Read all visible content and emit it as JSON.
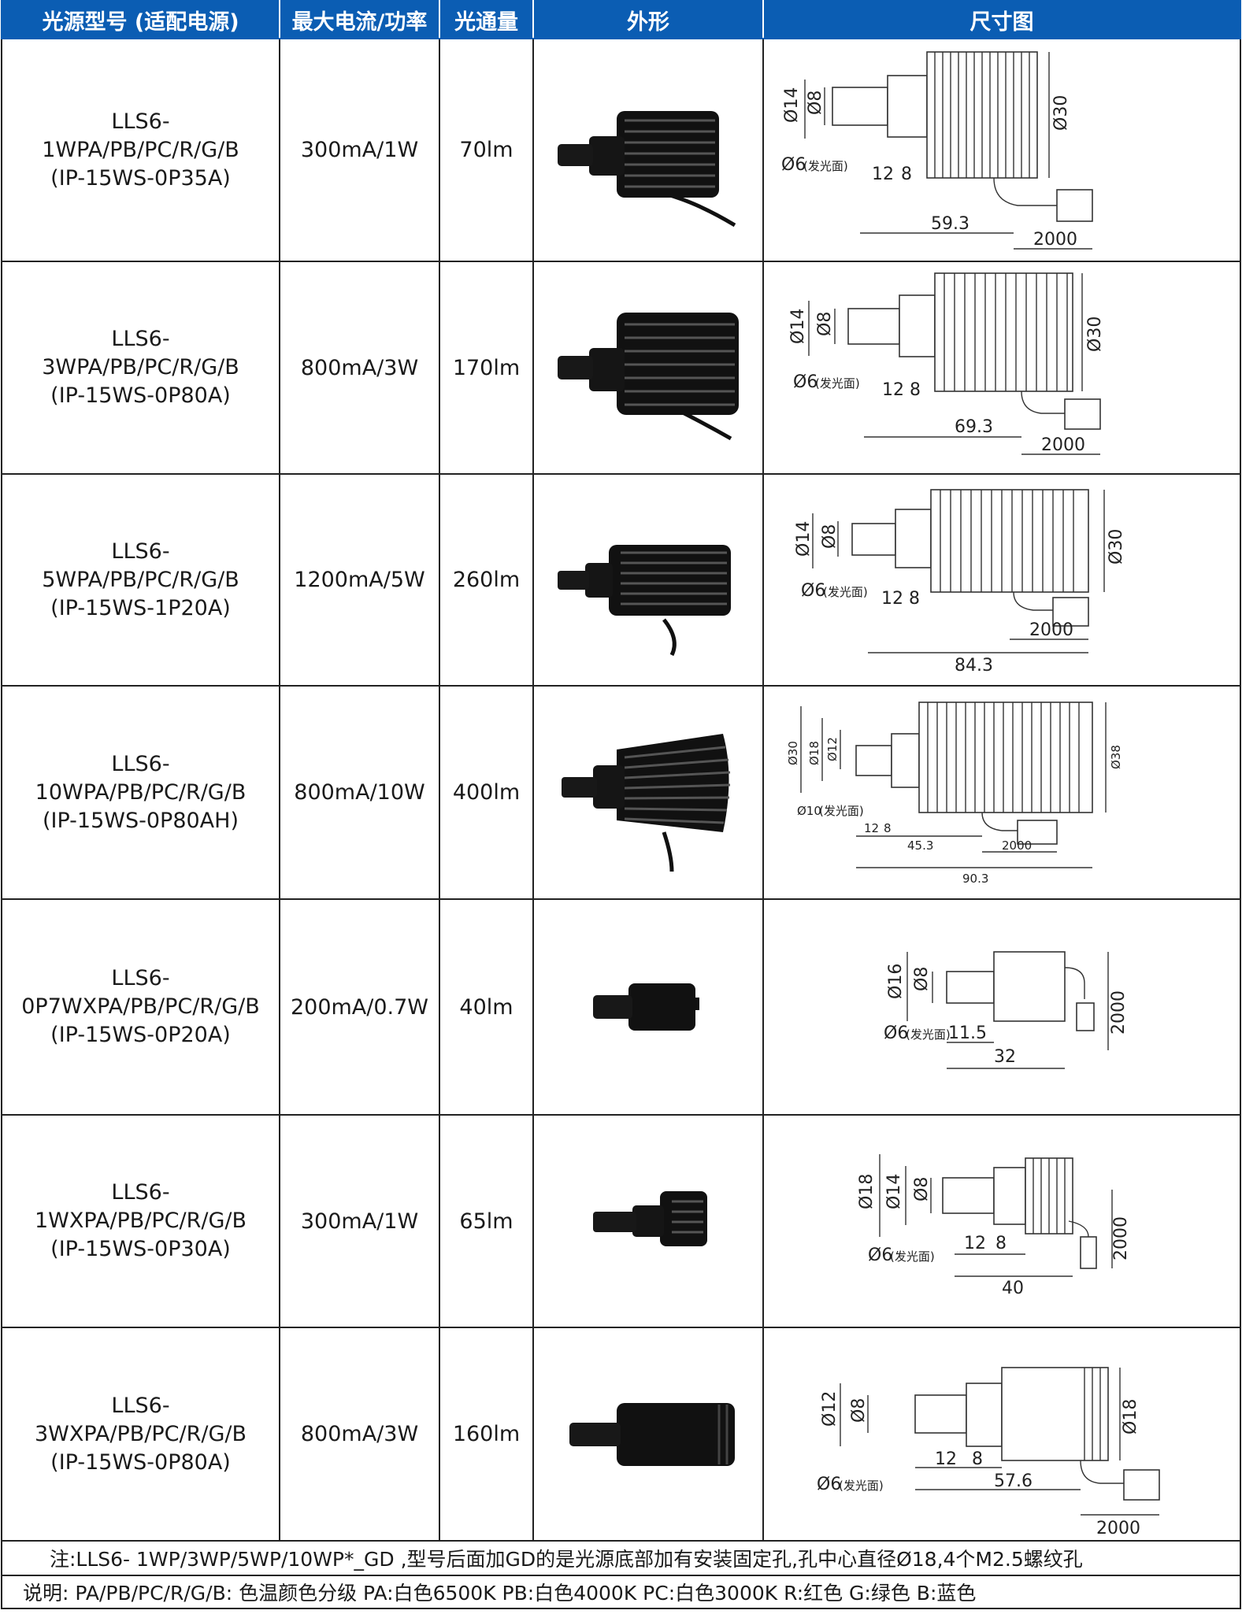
{
  "headers": [
    "光源型号 (适配电源)",
    "最大电流/功率",
    "光通量",
    "外形",
    "尺寸图"
  ],
  "rows": [
    {
      "model": [
        "LLS6-",
        "1WPA/PB/PC/R/G/B",
        "(IP-15WS-0P35A)"
      ],
      "power": "300mA/1W",
      "flux": "70lm",
      "dims": {
        "d1": "Ø14",
        "d2": "Ø8",
        "d3": "Ø30",
        "face": "Ø6",
        "face_note": "(发光面)",
        "a": "12",
        "b": "8",
        "len": "59.3",
        "cable": "2000"
      }
    },
    {
      "model": [
        "LLS6-",
        "3WPA/PB/PC/R/G/B",
        "(IP-15WS-0P80A)"
      ],
      "power": "800mA/3W",
      "flux": "170lm",
      "dims": {
        "d1": "Ø14",
        "d2": "Ø8",
        "d3": "Ø30",
        "face": "Ø6",
        "face_note": "(发光面)",
        "a": "12",
        "b": "8",
        "len": "69.3",
        "cable": "2000"
      }
    },
    {
      "model": [
        "LLS6-",
        "5WPA/PB/PC/R/G/B",
        "(IP-15WS-1P20A)"
      ],
      "power": "1200mA/5W",
      "flux": "260lm",
      "dims": {
        "d1": "Ø14",
        "d2": "Ø8",
        "d3": "Ø30",
        "face": "Ø6",
        "face_note": "(发光面)",
        "a": "12",
        "b": "8",
        "len": "84.3",
        "cable": "2000"
      }
    },
    {
      "model": [
        "LLS6-",
        "10WPA/PB/PC/R/G/B",
        "(IP-15WS-0P80AH)"
      ],
      "power": "800mA/10W",
      "flux": "400lm",
      "dims": {
        "d0": "Ø30",
        "d1": "Ø18",
        "d2": "Ø12",
        "d3": "Ø38",
        "face": "Ø10",
        "face_note": "(发光面)",
        "a": "12",
        "b": "8",
        "mid": "45.3",
        "len": "90.3",
        "cable": "2000"
      }
    },
    {
      "model": [
        "LLS6-",
        "0P7WXPA/PB/PC/R/G/B",
        "(IP-15WS-0P20A)"
      ],
      "power": "200mA/0.7W",
      "flux": "40lm",
      "dims": {
        "d1": "Ø16",
        "d2": "Ø8",
        "face": "Ø6",
        "face_note": "(发光面)",
        "a": "11.5",
        "len": "32",
        "cable": "2000"
      }
    },
    {
      "model": [
        "LLS6-",
        "1WXPA/PB/PC/R/G/B",
        "(IP-15WS-0P30A)"
      ],
      "power": "300mA/1W",
      "flux": "65lm",
      "dims": {
        "d0": "Ø18",
        "d1": "Ø14",
        "d2": "Ø8",
        "face": "Ø6",
        "face_note": "(发光面)",
        "a": "12",
        "b": "8",
        "len": "40",
        "cable": "2000"
      }
    },
    {
      "model": [
        "LLS6-",
        "3WXPA/PB/PC/R/G/B",
        "(IP-15WS-0P80A)"
      ],
      "power": "800mA/3W",
      "flux": "160lm",
      "dims": {
        "d1": "Ø12",
        "d2": "Ø8",
        "d3": "Ø18",
        "face": "Ø6",
        "face_note": "(发光面)",
        "a": "12",
        "b": "8",
        "len": "57.6",
        "cable": "2000"
      }
    }
  ],
  "note": "注:LLS6- 1WP/3WP/5WP/10WP*_GD ,型号后面加GD的是光源底部加有安装固定孔,孔中心直径Ø18,4个M2.5螺纹孔",
  "legend": "说明: PA/PB/PC/R/G/B: 色温颜色分级    PA:白色6500K  PB:白色4000K  PC:白色3000K   R:红色  G:绿色  B:蓝色"
}
